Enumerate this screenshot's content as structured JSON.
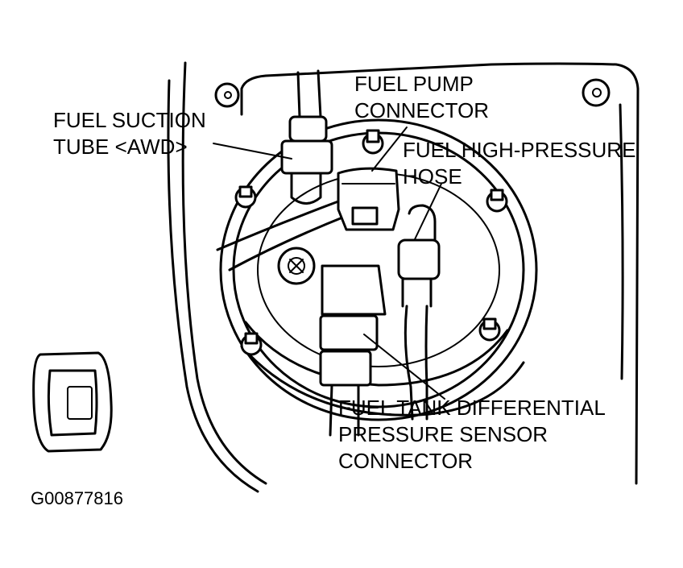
{
  "callouts": {
    "fuel_pump_connector": [
      "FUEL PUMP",
      "CONNECTOR"
    ],
    "fuel_suction_tube": [
      "FUEL SUCTION",
      "TUBE <AWD>"
    ],
    "fuel_high_pressure_hose": [
      "FUEL HIGH-PRESSURE",
      "HOSE"
    ],
    "fuel_tank_pressure_sensor_connector": [
      "FUEL TANK DIFFERENTIAL",
      "PRESSURE SENSOR",
      "CONNECTOR"
    ]
  },
  "figure_id": "G00877816"
}
